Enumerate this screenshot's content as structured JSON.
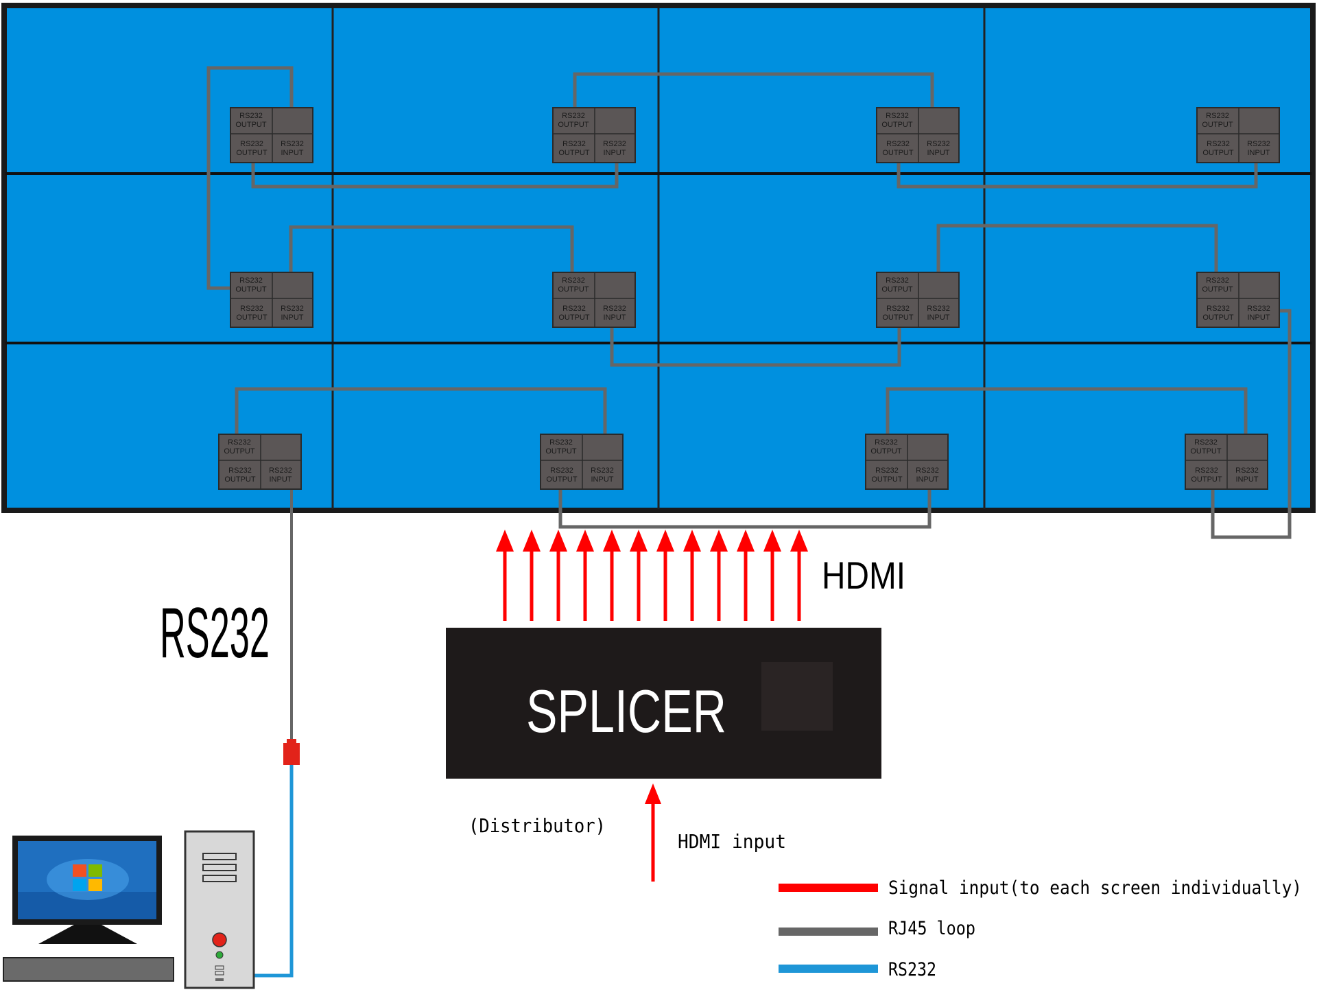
{
  "video_wall": {
    "rows": 3,
    "cols": 4,
    "screen_color": "#0090df",
    "port_box": {
      "top_label_line1": "RS232",
      "top_label_line2": "OUTPUT",
      "bottom_left_line1": "RS232",
      "bottom_left_line2": "OUTPUT",
      "bottom_right_line1": "RS232",
      "bottom_right_line2": "INPUT"
    }
  },
  "labels": {
    "hdmi": "HDMI",
    "rs232": "RS232",
    "splicer": "SPLICER",
    "distributor": "(Distributor)",
    "hdmi_input": "HDMI input"
  },
  "legend": [
    {
      "label": "Signal input(to each screen individually)",
      "color": "#ff0000"
    },
    {
      "label": "RJ45 loop",
      "color": "#666666"
    },
    {
      "label": "RS232",
      "color": "#1e96d7"
    }
  ],
  "colors": {
    "signal": "#ff0000",
    "rj45": "#666666",
    "rs232": "#1e96d7",
    "splicer_body": "#1e1a1a",
    "bezel": "#1a1a1a"
  },
  "icons": {
    "computer": "desktop-computer-icon",
    "monitor_logo": "windows-logo-icon",
    "usb": "usb-port-icon",
    "connector": "db9-connector-icon"
  }
}
